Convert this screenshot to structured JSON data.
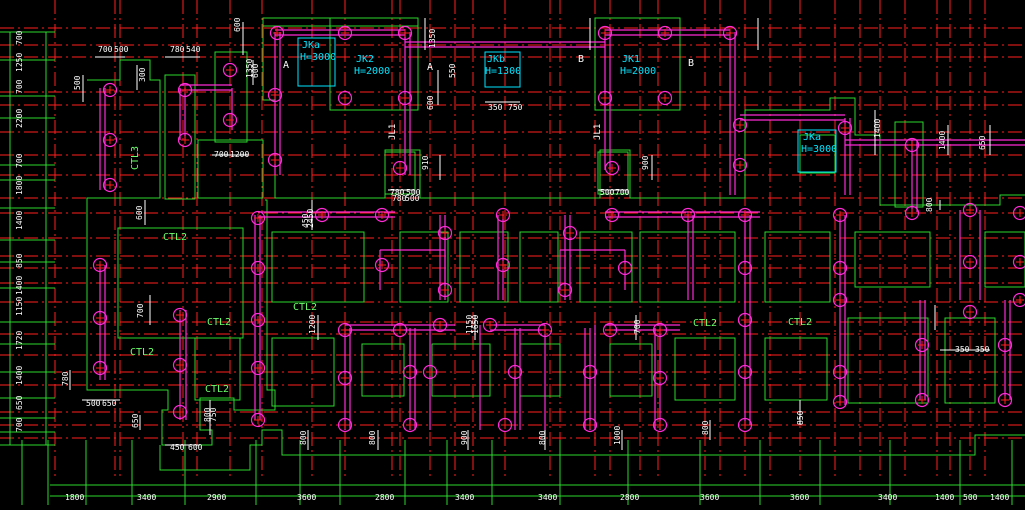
{
  "drawing": {
    "colors": {
      "background": "#000000",
      "axis": "#ff1e1e",
      "outline": "#2dd82d",
      "column": "#ff2bd6",
      "dimension": "#ffffff",
      "label_green": "#6cff6c",
      "label_cyan": "#00e5ff"
    },
    "pit_labels": [
      {
        "name": "JKa",
        "depth": "H=3000"
      },
      {
        "name": "JK2",
        "depth": "H=2000"
      },
      {
        "name": "JKb",
        "depth": "H=1300"
      },
      {
        "name": "JK1",
        "depth": "H=2000"
      },
      {
        "name": "JKa",
        "depth": "H=3000"
      }
    ],
    "beam_labels": [
      "JL1",
      "JL1"
    ],
    "section_marks": [
      "A",
      "A",
      "B",
      "B"
    ],
    "cap_labels": [
      "CTL3",
      "CTL2",
      "CTL2",
      "CTL2",
      "CTL2",
      "CTL2",
      "CTL2",
      "CTL2"
    ],
    "bottom_dims": [
      "1800",
      "3400",
      "2900",
      "3600",
      "2800",
      "3400",
      "3400",
      "2800",
      "3600",
      "3600",
      "3400",
      "1400",
      "500",
      "1400"
    ],
    "left_dims": [
      "700",
      "1250",
      "700",
      "2200",
      "700",
      "1800",
      "1400",
      "850",
      "1400",
      "1150",
      "1720",
      "1400",
      "650",
      "700"
    ],
    "dims_misc": [
      "700",
      "500",
      "780",
      "540",
      "600",
      "1350",
      "300",
      "500",
      "700",
      "1200",
      "600",
      "1350",
      "550",
      "600",
      "780",
      "500",
      "350",
      "750",
      "780",
      "500",
      "500",
      "700",
      "910",
      "900",
      "600",
      "450",
      "2450",
      "1400",
      "1400",
      "650",
      "800",
      "700",
      "1200",
      "1150",
      "1650",
      "700",
      "780",
      "500",
      "650",
      "650",
      "800",
      "750",
      "450",
      "600",
      "800",
      "800",
      "900",
      "800",
      "1000",
      "800",
      "850",
      "350",
      "350"
    ]
  }
}
